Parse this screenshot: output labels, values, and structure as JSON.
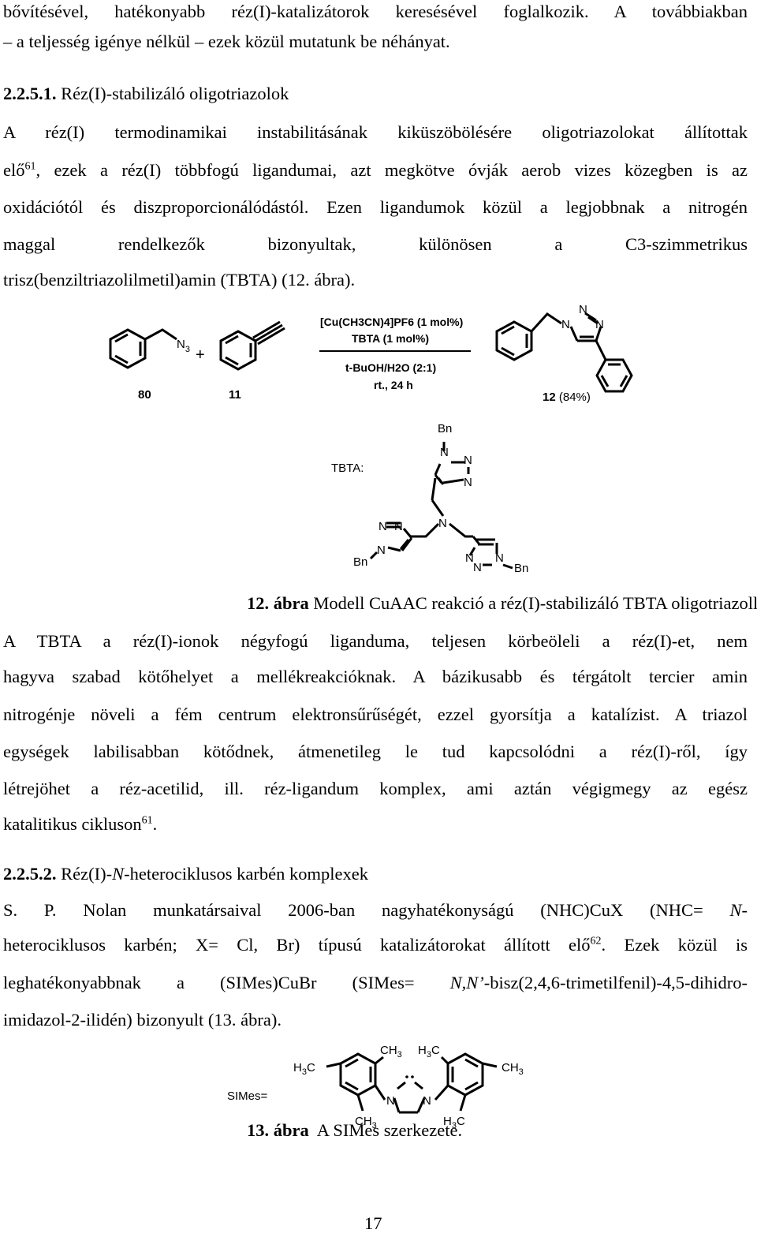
{
  "page": {
    "l1": "bővítésével, hatékonyabb réz(I)-katalizátorok keresésével foglalkozik. A továbbiakban",
    "l2": "– a teljesség igénye nélkül – ezek közül mutatunk be néhányat.",
    "h1_num": "2.2.5.1.",
    "h1_title": "Réz(I)-stabilizáló oligotriazolok",
    "p1_l1": "A réz(I) termodinamikai instabilitásának kiküszöbölésére oligotriazolokat állítottak",
    "p1_l2a": "elő",
    "ref61": "61",
    "p1_l2b": ", ezek a réz(I) többfogú ligandumai, azt megkötve óvják aerob vizes közegben is az",
    "p1_l3": "oxidációtól és diszproporcionálódástól. Ezen ligandumok közül a legjobbnak a nitrogén",
    "p1_l4": "maggal rendelkezők bizonyultak, különösen a C3-szimmetrikus",
    "p1_l5": "trisz(benziltriazolilmetil)amin (TBTA) (12. ábra).",
    "fig12_label": "12. ábra",
    "fig12_text": "Modell CuAAC reakció a réz(I)-stabilizáló TBTA oligotriazollal",
    "p2_l1": "A TBTA a réz(I)-ionok négyfogú liganduma, teljesen körbeöleli a réz(I)-et, nem",
    "p2_l2": "hagyva szabad kötőhelyet  a mellékreakcióknak. A bázikusabb és térgátolt tercier amin",
    "p2_l3": "nitrogénje növeli a fém centrum elektronsűrűségét, ezzel gyorsítja a katalízist. A triazol",
    "p2_l4": "egységek labilisabban kötődnek, átmenetileg le tud kapcsolódni a réz(I)-ről, így",
    "p2_l5": "létrejöhet a réz-acetilid, ill. réz-ligandum komplex, ami aztán végigmegy az egész",
    "p2_l6": "katalitikus cikluson",
    "h2_num": "2.2.5.2.",
    "h2_title_a": "Réz(I)-",
    "h2_title_n": "N",
    "h2_title_b": "-heterociklusos karbén komplexek",
    "p3_l1a": "S. P. Nolan munkatársaival 2006-ban nagyhatékonyságú (NHC)CuX (NHC= ",
    "p3_l1b": "N",
    "p3_l1c": "-",
    "p3_l2a": "heterociklusos karbén; X= Cl, Br) típusú katalizátorokat állított elő",
    "ref62": "62",
    "p3_l2b": ". Ezek közül is",
    "p3_l3a": "leghatékonyabbnak a (SIMes)CuBr  (SIMes= ",
    "p3_l3b": "N,N’",
    "p3_l3c": "-bisz(2,4,6-trimetilfenil)-4,5-dihidro-",
    "p3_l4": "imidazol-2-ilidén) bizonyult (13. ábra).",
    "fig13_label": "13. ábra",
    "fig13_text": "A SIMes szerkezete.",
    "page_number": "17"
  },
  "scheme": {
    "cond1": "[Cu(CH3CN)4]PF6 (1 mol%)",
    "cond2": "TBTA (1 mol%)",
    "cond3": "t-BuOH/H2O (2:1)",
    "cond4": "rt., 24 h",
    "c80": "80",
    "c11": "11",
    "c12": "12",
    "c12_yield": "(84%)",
    "tbta_label": "TBTA:",
    "simes_label": "SIMes="
  }
}
